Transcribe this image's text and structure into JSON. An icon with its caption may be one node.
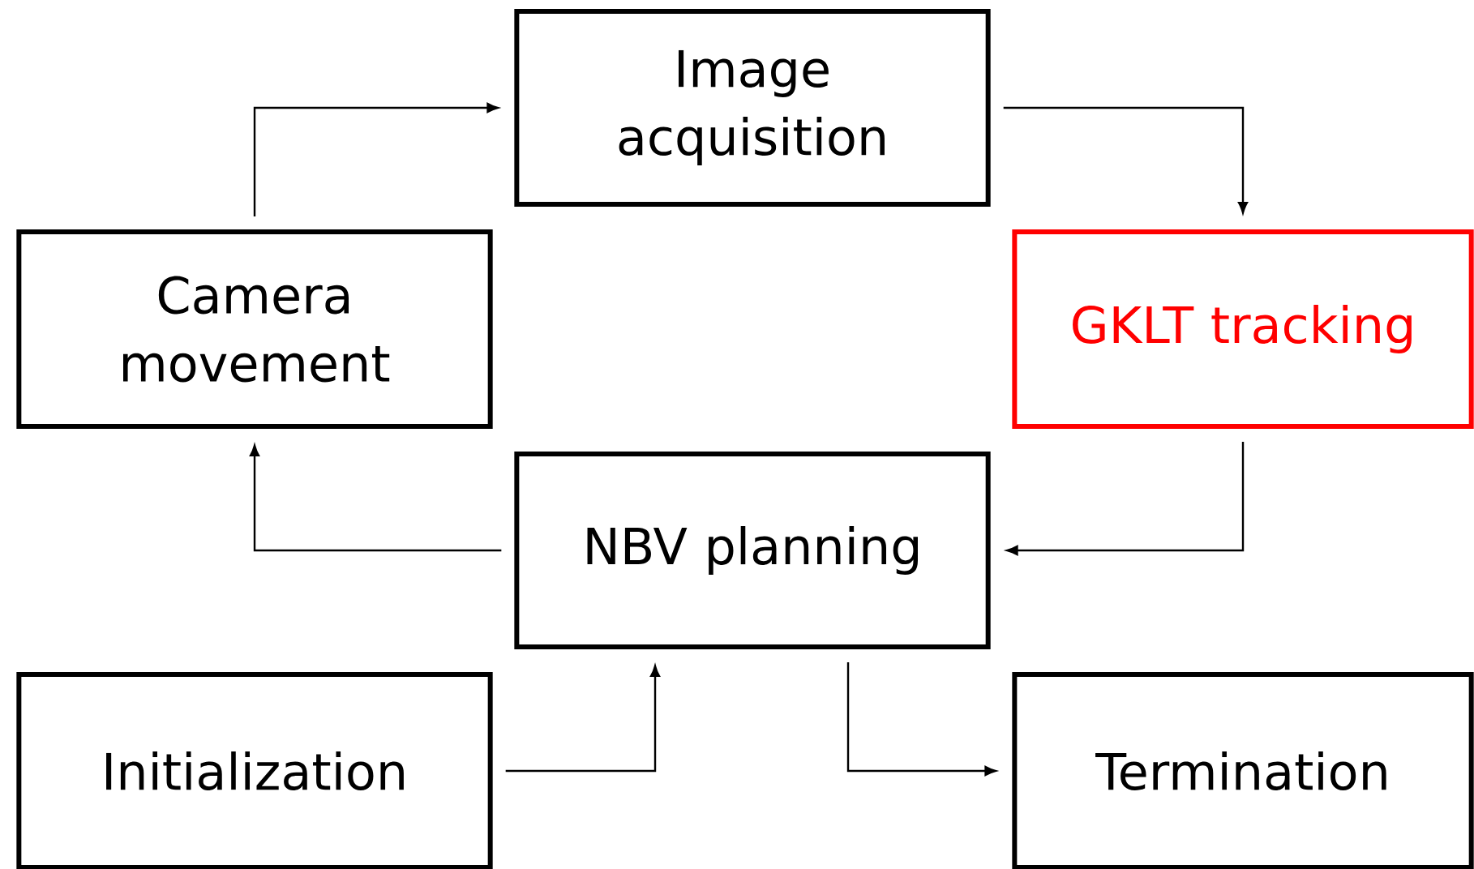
{
  "diagram": {
    "nodes": [
      {
        "text": [
          "Image acquisition"
        ]
      },
      {
        "text": [
          "Camera movement"
        ]
      },
      {
        "text": [
          "GKLT tracking"
        ]
      },
      {
        "text": [
          "NBV planning"
        ]
      },
      {
        "text": [
          "Initialization"
        ]
      },
      {
        "text": [
          "Termination"
        ]
      }
    ],
    "edges": [
      {
        "from": 1,
        "to": 0,
        "arrow": "to"
      },
      {
        "from": 0,
        "to": 2,
        "arrow": "to"
      },
      {
        "from": 2,
        "to": 3,
        "arrow": "to"
      },
      {
        "from": 3,
        "to": 1,
        "arrow": "to"
      },
      {
        "from": 4,
        "to": 3,
        "arrow": "to"
      },
      {
        "from": 3,
        "to": 5,
        "arrow": "to"
      }
    ]
  }
}
